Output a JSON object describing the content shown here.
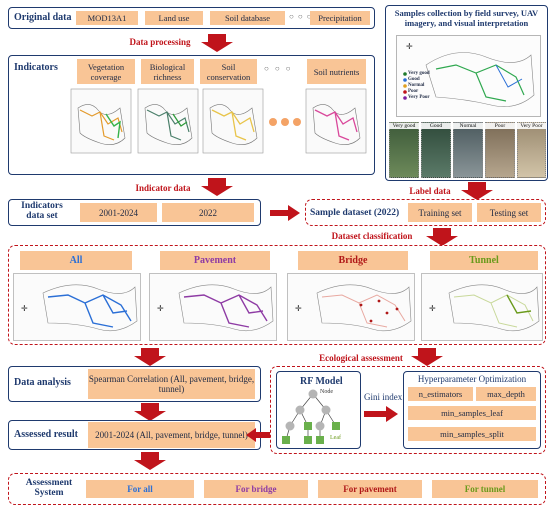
{
  "colors": {
    "navy": "#1f3a6e",
    "red": "#c0141b",
    "peach": "#f9c596",
    "blue": "#2b6fd6",
    "purple": "#8e3ba4",
    "darkred": "#b01818",
    "green": "#6a9a1b"
  },
  "top": {
    "title": "Original data",
    "sources": [
      "MOD13A1",
      "Land use",
      "Soil database",
      "Precipitation"
    ],
    "dots": "○ ○ ○"
  },
  "samples": {
    "title": "Samples collection by field survey, UAV imagery, and visual interpretation",
    "legend": [
      "Very good",
      "Good",
      "Normal",
      "Poor",
      "Very Poor"
    ],
    "thumbs": [
      "Very good",
      "Good",
      "Normal",
      "Poor",
      "Very Poor"
    ]
  },
  "arrows": {
    "processing": "Data processing",
    "indicator_data": "Indicator data",
    "label_data": "Label data",
    "classification": "Dataset classification",
    "ecological": "Ecological assessment"
  },
  "indicators": {
    "title": "Indicators",
    "items": [
      "Vegetation coverage",
      "Biological richness",
      "Soil conservation",
      "Soil nutrients"
    ],
    "dots": "○ ○ ○"
  },
  "dataset": {
    "title": "Indicators data set",
    "years": [
      "2001-2024",
      "2022"
    ]
  },
  "sample_set": {
    "title": "Sample dataset (2022)",
    "training": "Training set",
    "testing": "Testing set"
  },
  "classes": [
    {
      "label": "All",
      "color": "#2b6fd6"
    },
    {
      "label": "Pavement",
      "color": "#8e3ba4"
    },
    {
      "label": "Bridge",
      "color": "#b01818"
    },
    {
      "label": "Tunnel",
      "color": "#6a9a1b"
    }
  ],
  "analysis": {
    "title": "Data analysis",
    "text": "Spearman Correlation (All, pavement, bridge, tunnel)"
  },
  "result": {
    "title": "Assessed result",
    "text": "2001-2024 (All, pavement, bridge, tunnel)"
  },
  "rf": {
    "title": "RF Model",
    "node": "Node",
    "leaf": "Leaf",
    "gini": "Gini index"
  },
  "hyper": {
    "title": "Hyperparameter Optimization",
    "params": [
      "n_estimators",
      "max_depth",
      "min_samples_leaf",
      "min_samples_split"
    ]
  },
  "system": {
    "title": "Assessment System",
    "items": [
      {
        "label": "For all",
        "color": "#2b6fd6"
      },
      {
        "label": "For bridge",
        "color": "#8e3ba4"
      },
      {
        "label": "For pavement",
        "color": "#b01818"
      },
      {
        "label": "For tunnel",
        "color": "#6a9a1b"
      }
    ]
  }
}
